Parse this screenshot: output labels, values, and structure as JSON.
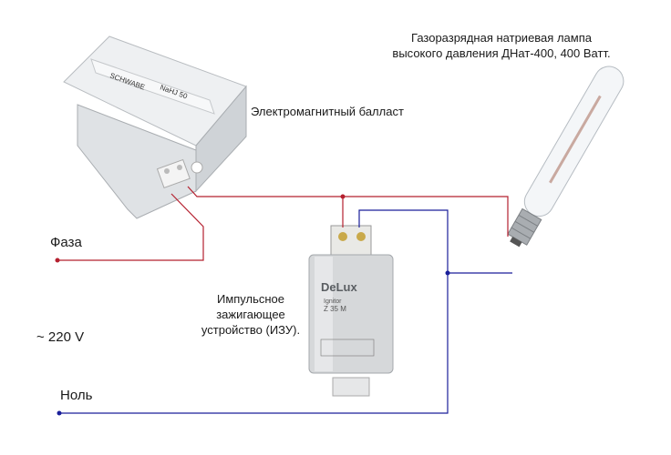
{
  "labels": {
    "lamp_line1": "Газоразрядная натриевая лампа",
    "lamp_line2": "высокого давления ДНат-400, 400 Ватт.",
    "ballast": "Электромагнитный балласт",
    "phase": "Фаза",
    "voltage": "~ 220 V",
    "neutral": "Ноль",
    "ignitor_line1": "Импульсное",
    "ignitor_line2": "зажигающее",
    "ignitor_line3": "устройство (ИЗУ)."
  },
  "device_markings": {
    "ballast_brand": "SCHWABE",
    "ballast_model": "NaHJ 50",
    "ignitor_brand": "DeLux",
    "ignitor_type": "Ignitor",
    "ignitor_model": "Z 35 M"
  },
  "colors": {
    "phase_wire": "#b5202f",
    "neutral_wire": "#1a1f9a"
  }
}
